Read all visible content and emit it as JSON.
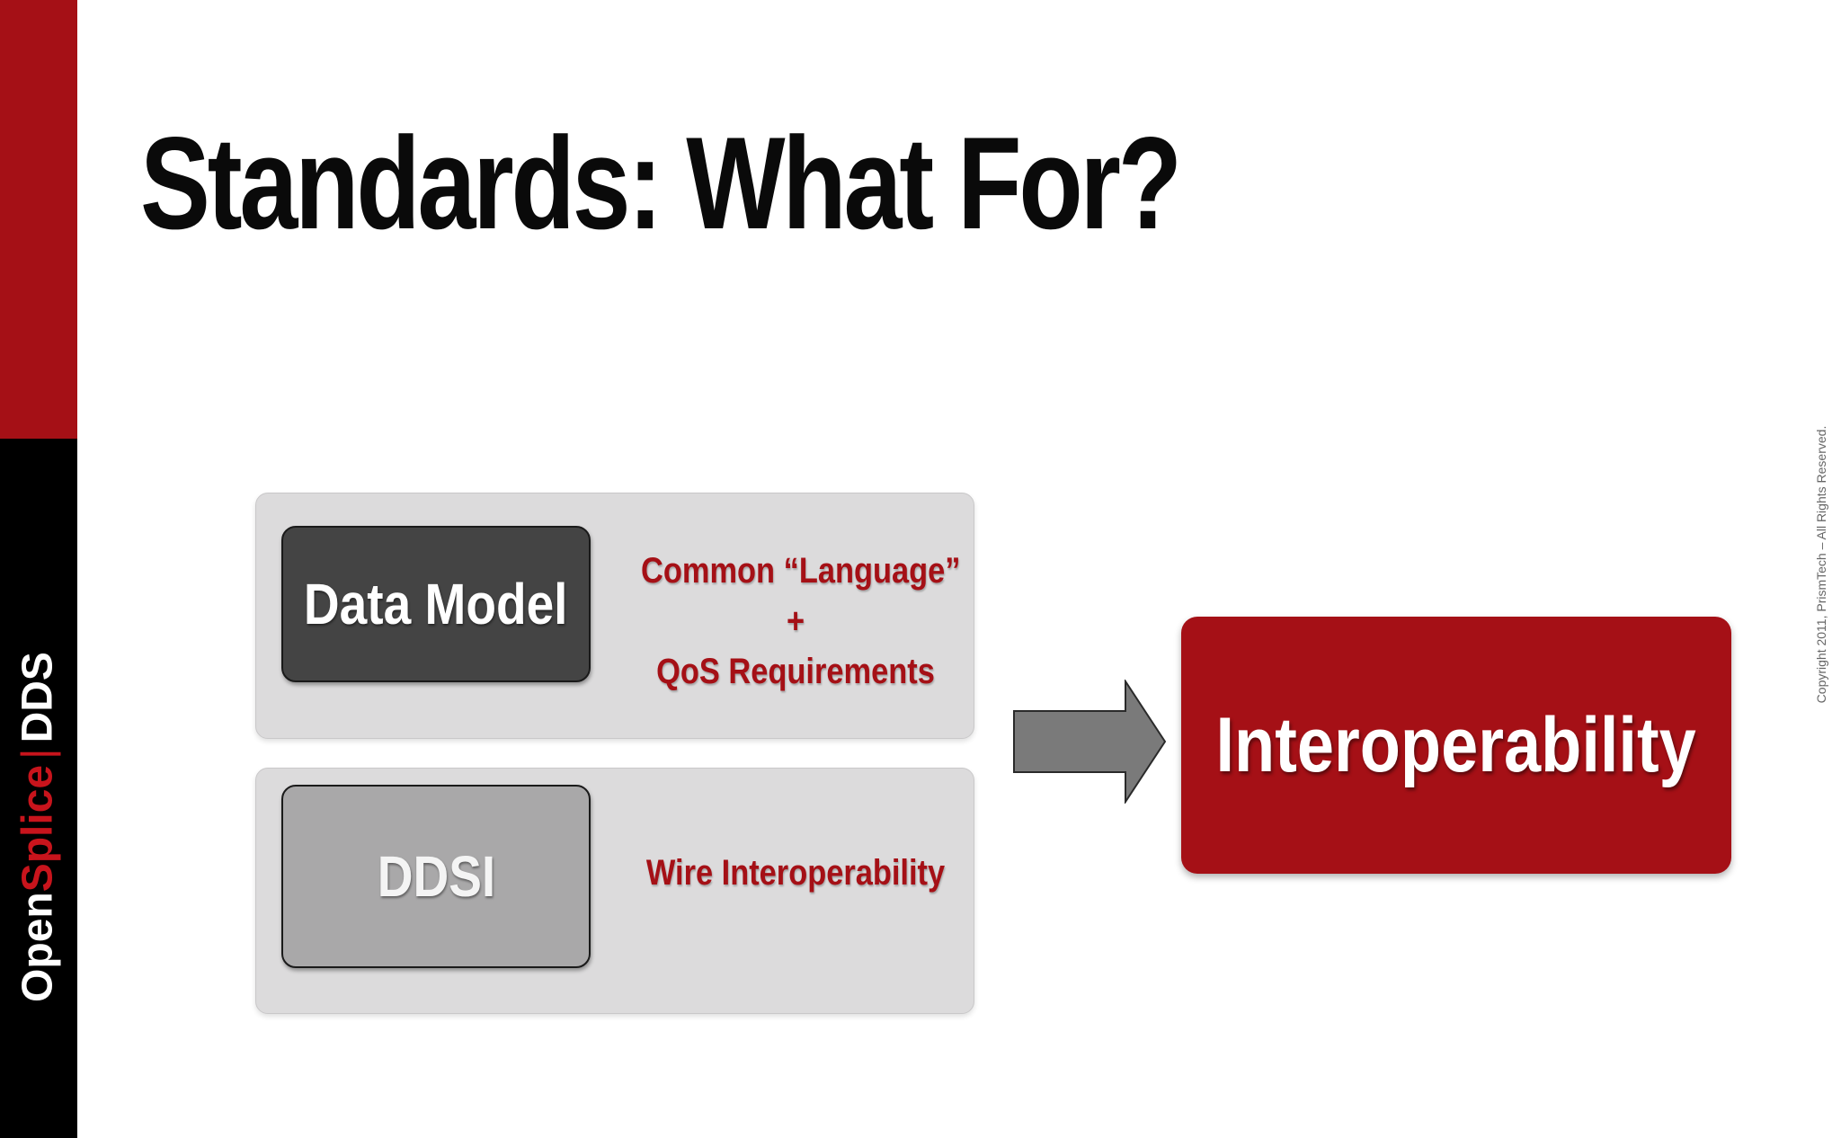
{
  "brand": {
    "open": "Open",
    "splice": "Splice",
    "separator": "|",
    "product": "DDS"
  },
  "title": "Standards: What For?",
  "diagram": {
    "data_model": {
      "label": "Data Model",
      "description_line1": "Common “Language”",
      "description_line2": "+",
      "description_line3": "QoS Requirements"
    },
    "ddsi": {
      "label": "DDSI",
      "description": "Wire Interoperability"
    },
    "result": {
      "label": "Interoperability"
    }
  },
  "copyright": "Copyright 2011, PrismTech – All Rights Reserved.",
  "colors": {
    "brand_red": "#a51016",
    "panel_gray": "#dcdbdc",
    "dark_block": "#444444",
    "light_block": "#a9a8a9",
    "arrow_gray": "#7a7a7a"
  }
}
